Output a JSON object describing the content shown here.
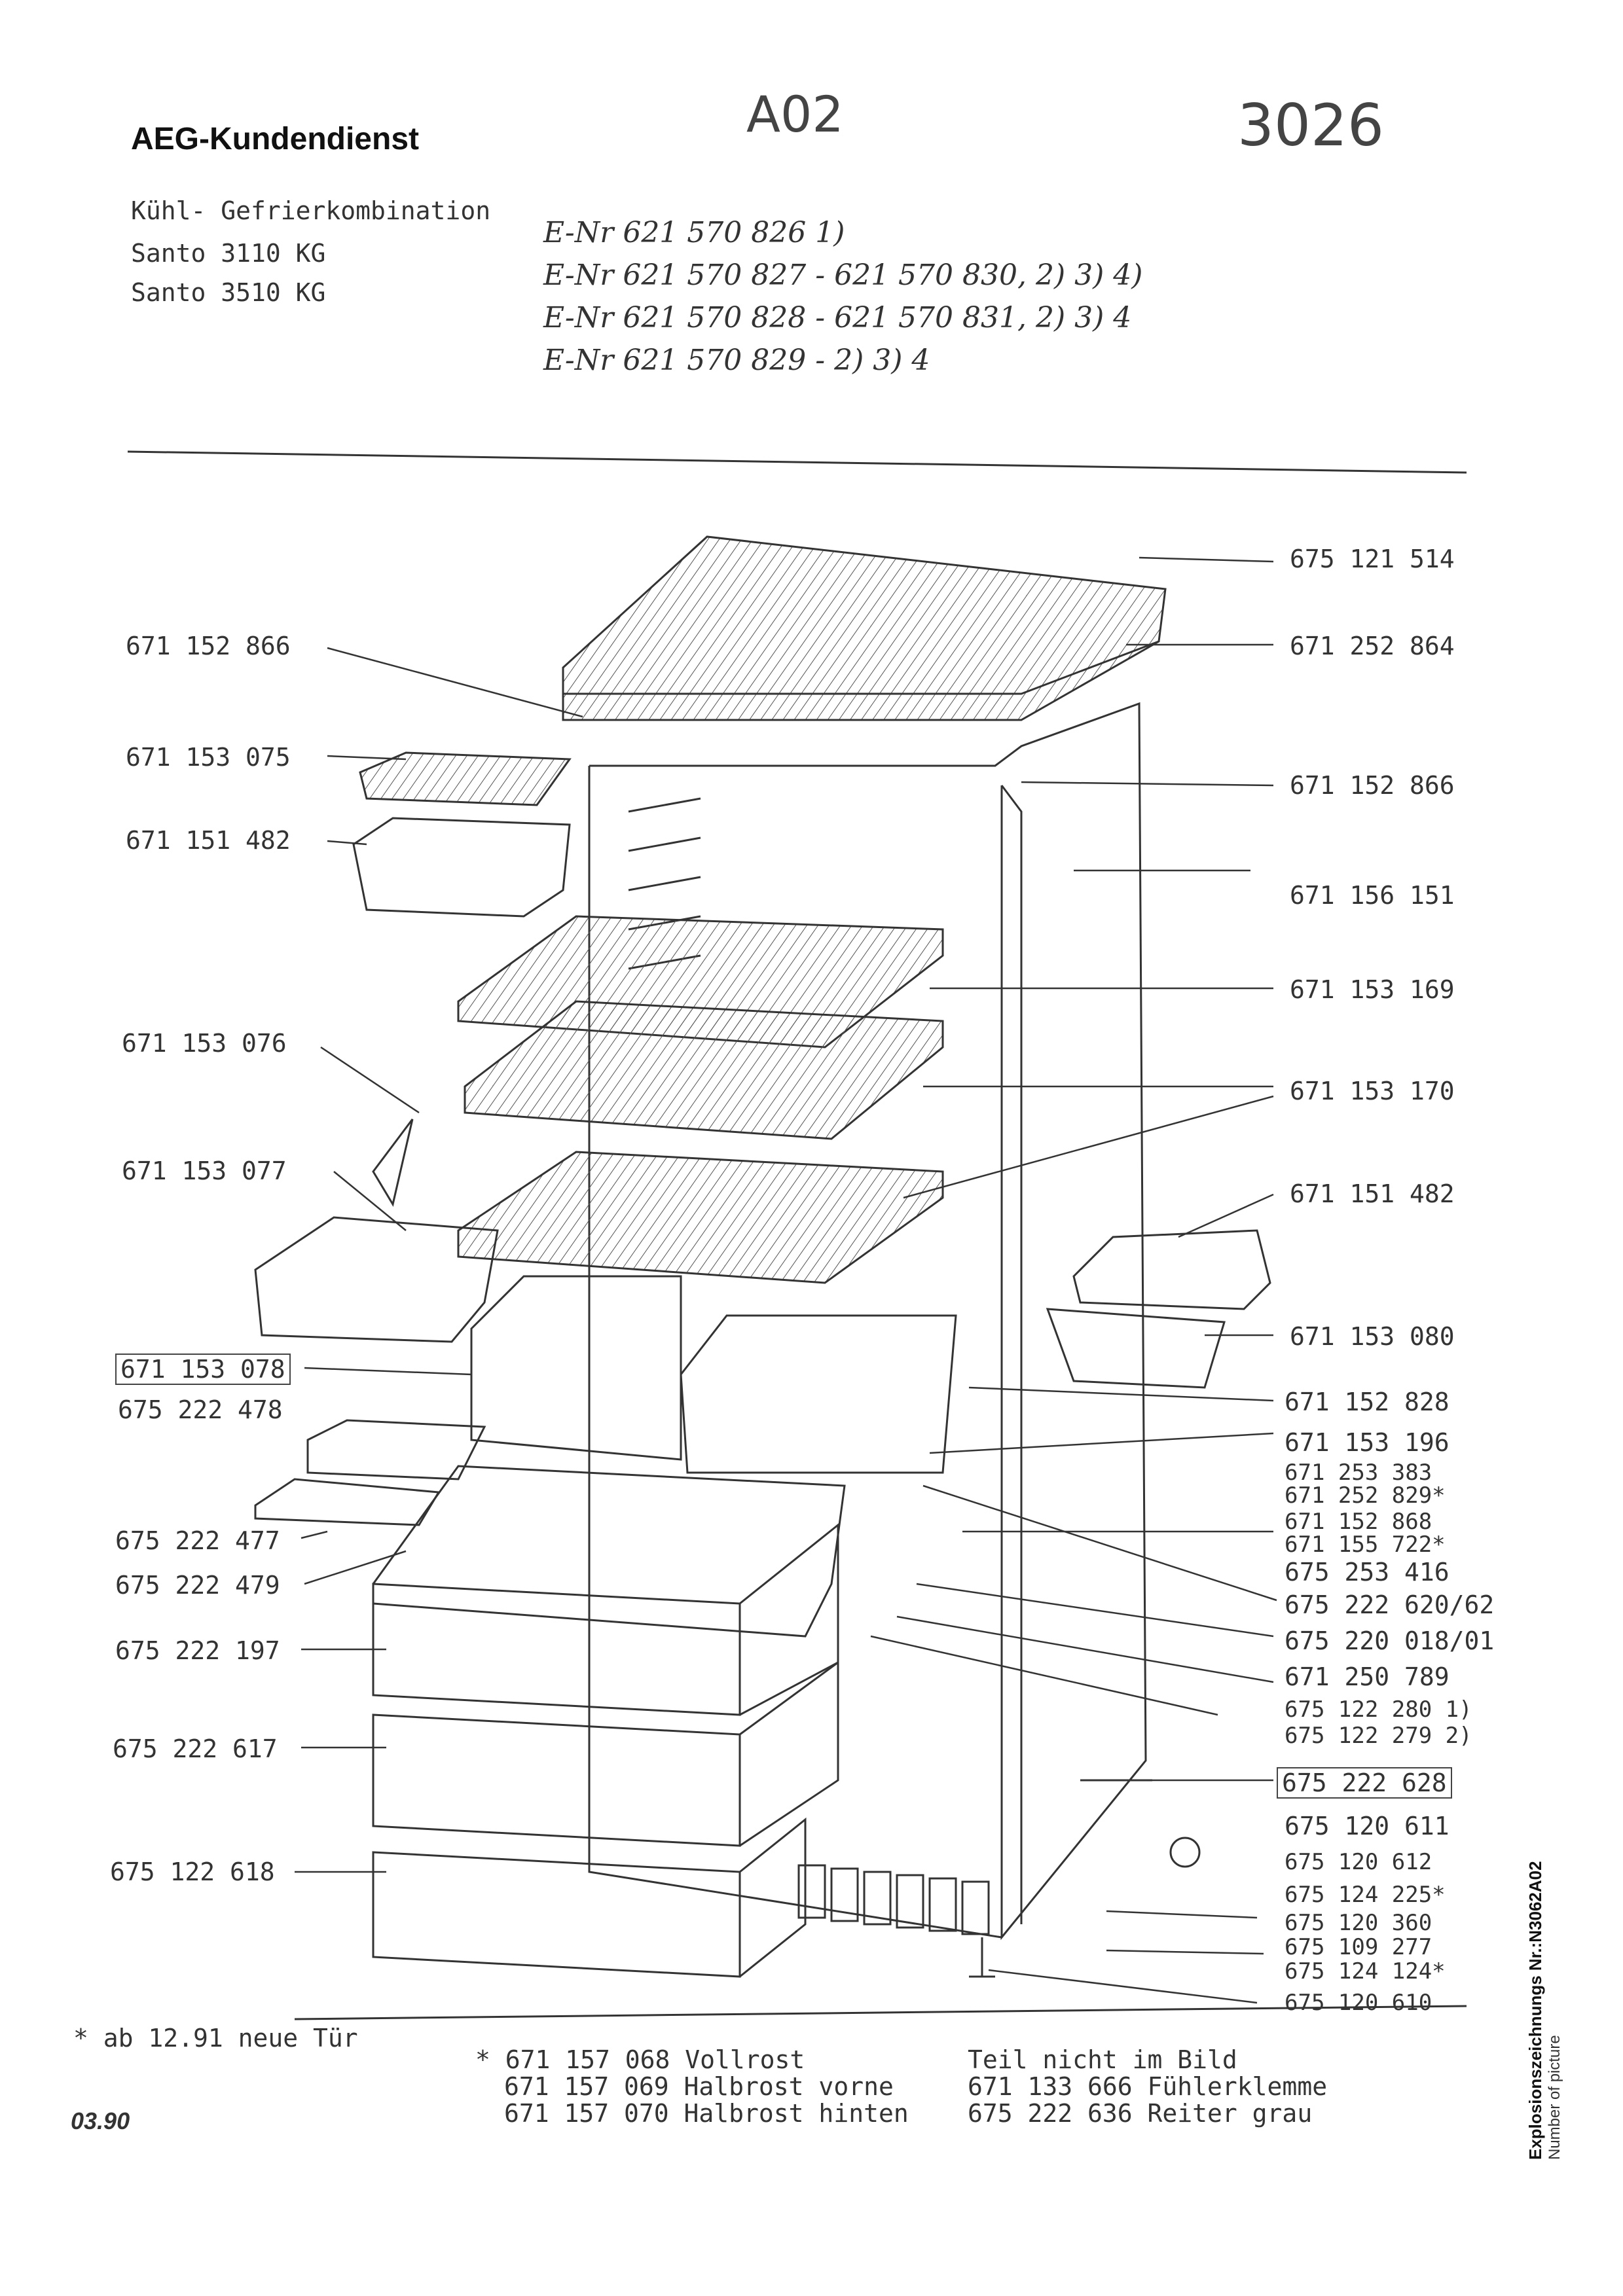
{
  "header": {
    "brand": "AEG-Kundendienst",
    "handwritten_code": "A02",
    "handwritten_number": "3026",
    "product_type": "Kühl- Gefrierkombination",
    "models": [
      "Santo 3110 KG",
      "Santo 3510 KG"
    ],
    "enr_lines": [
      "E-Nr 621 570 826 1)",
      "E-Nr 621 570 827 - 621 570 830, 2) 3) 4)",
      "E-Nr 621 570 828 - 621 570 831, 2) 3) 4",
      "E-Nr 621 570 829 - 2) 3) 4"
    ]
  },
  "parts_left": [
    "671 152 866",
    "671 153 075",
    "671 151 482",
    "671 153 076",
    "671 153 077",
    "671 153 078",
    "675 222 478",
    "675 222 477",
    "675 222 479",
    "675 222 197",
    "675 222 617",
    "675 122 618"
  ],
  "parts_right": [
    "675 121 514",
    "671 252 864",
    "671 152 866",
    "671 156 151",
    "671 153 169",
    "671 153 170",
    "671 151 482",
    "671 153 080",
    "671 152 828",
    "671 153 196",
    "671 253 383",
    "671 252 829*",
    "671 152 868",
    "671 155 722*",
    "675 253 416",
    "675 222 620/62",
    "675 220 018/01",
    "671 250 789",
    "675 122 280 1)",
    "675 122 279 2)",
    "675 222 628",
    "675 120 611",
    "675 120 612",
    "675 124 225*",
    "675 120 360",
    "675 109 277",
    "675 124 124*",
    "675 120 610"
  ],
  "footer": {
    "door_note": "* ab 12.91 neue Tür",
    "rack_items": [
      "* 671 157 068 Vollrost",
      "671 157 069 Halbrost vorne",
      "671 157 070 Halbrost hinten"
    ],
    "not_pictured_title": "Teil nicht im Bild",
    "not_pictured_items": [
      "671 133 666 Fühlerklemme",
      "675 222 636 Reiter grau"
    ],
    "date": "03.90"
  },
  "side_label": {
    "title": "Explosionszeichnungs Nr.:N3062A02",
    "subtitle": "Number of picture"
  }
}
